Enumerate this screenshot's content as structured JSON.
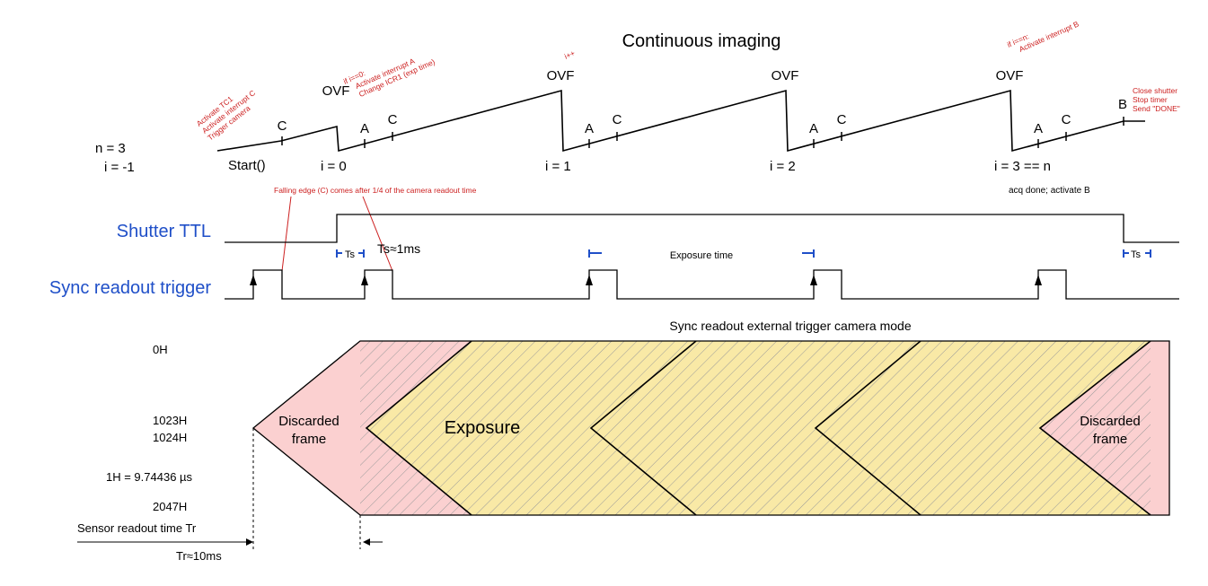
{
  "title": "Continuous imaging",
  "params": {
    "n": "n = 3",
    "i": "i = -1"
  },
  "sawtooth": {
    "start_label": "Start()",
    "start_note_lines": [
      "Activate TC1",
      "Activate interrupt C",
      "Trigger camera"
    ],
    "marker_a": "A",
    "marker_b": "B",
    "marker_c": "C",
    "ovf_label": "OVF",
    "i_labels": [
      "i = 0",
      "i = 1",
      "i = 2",
      "i = 3 == n"
    ],
    "note_ovf1_lines": [
      "if i==0:",
      "Activate interrupt A",
      "Change ICR1 (exp time)"
    ],
    "note_ovf2": "i++",
    "note_ovf4_lines": [
      "if i==n:",
      "Activate interrupt B"
    ],
    "note_end_lines": [
      "Close shutter",
      "Stop timer",
      "Send \"DONE\""
    ],
    "acq_done": "acq done; activate B"
  },
  "falling_edge_note": "Falling edge (C) comes after 1/4 of the camera readout time",
  "shutter": {
    "label": "Shutter TTL",
    "ts_label": "Ts",
    "ts_value": "Ts≈1ms",
    "exposure_time_label": "Exposure time"
  },
  "sync": {
    "label": "Sync readout trigger"
  },
  "readout": {
    "mode_title": "Sync readout external trigger camera mode",
    "rows": [
      "0H",
      "1023H",
      "1024H",
      "2047H"
    ],
    "h_value": "1H = 9.74436 µs",
    "sensor_readout": "Sensor readout time Tr",
    "tr_value": "Tr≈10ms",
    "discarded_line1": "Discarded",
    "discarded_line2": "frame",
    "exposure_label": "Exposure",
    "colors": {
      "discarded": "#fbd0d0",
      "exposure": "#f9e9a6",
      "hatch": "#9a9a9a"
    }
  }
}
